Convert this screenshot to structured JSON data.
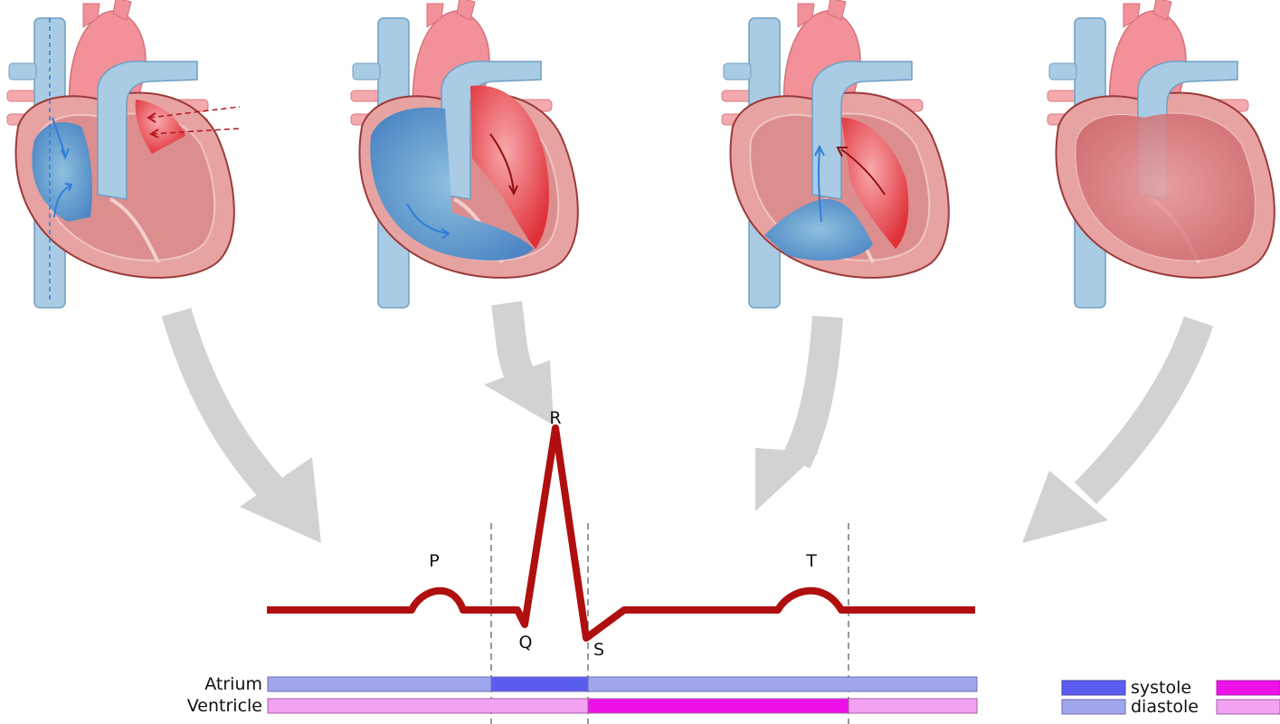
{
  "ecg": {
    "wave_labels": {
      "p": "P",
      "q": "Q",
      "r": "R",
      "s": "S",
      "t": "T"
    }
  },
  "bars": {
    "atrium_label": "Atrium",
    "ventricle_label": "Ventricle"
  },
  "legend": {
    "systole_label": "systole",
    "diastole_label": "diastole"
  },
  "colors": {
    "ecg_trace": "#b00f0f",
    "atrium_systole": "#5b5cf0",
    "atrium_diastole": "#a0a6ee",
    "ventricle_systole": "#ee10e8",
    "ventricle_diastole": "#f2a2f0",
    "deoxygenated_blood": "#6aa3cf",
    "oxygenated_blood": "#e6474d",
    "vessel_blue": "#a9cbe3",
    "vessel_red": "#f2a0a8",
    "heart_wall": "#e7a3a1",
    "arrow_gray": "#d2d2d2"
  },
  "hearts": [
    {
      "name": "heart-atrial-filling",
      "flow_icons": [
        "blue-flow-arrow-icon",
        "red-flow-arrow-icon"
      ]
    },
    {
      "name": "heart-atrial-systole",
      "flow_icons": [
        "blue-flow-arrow-icon",
        "red-flow-arrow-icon"
      ]
    },
    {
      "name": "heart-ventricular-systole",
      "flow_icons": [
        "blue-flow-arrow-icon",
        "red-flow-arrow-icon"
      ]
    },
    {
      "name": "heart-ventricular-relaxation",
      "flow_icons": []
    }
  ]
}
